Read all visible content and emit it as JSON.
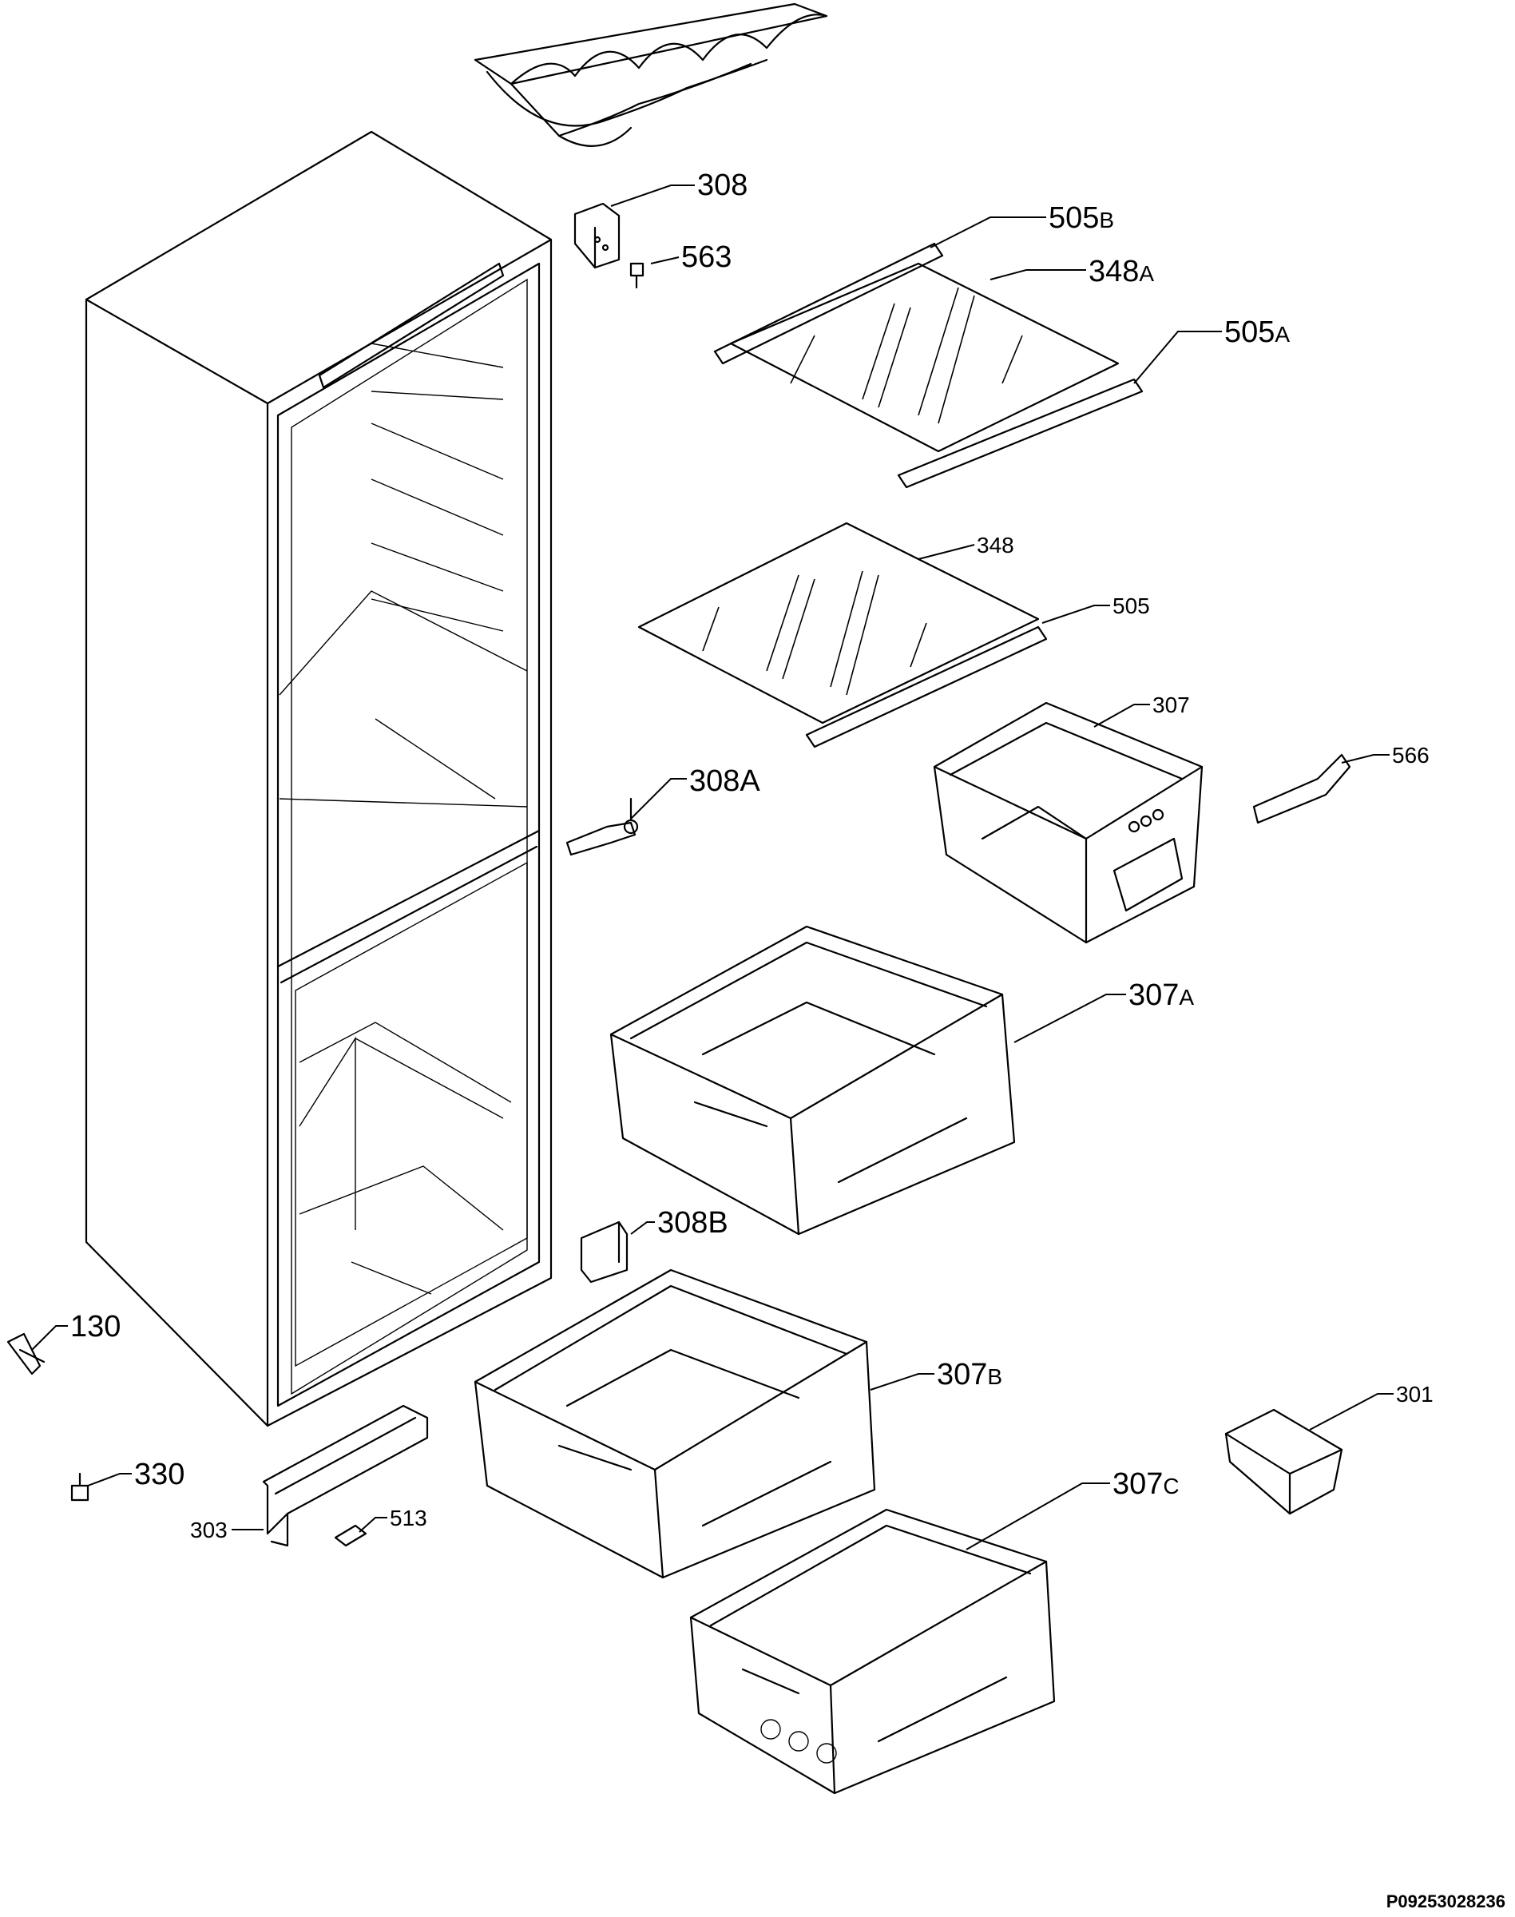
{
  "labels": {
    "p308": {
      "num": "308",
      "suffix": ""
    },
    "p505b": {
      "num": "505",
      "suffix": "B"
    },
    "p563": {
      "num": "563",
      "suffix": ""
    },
    "p348a": {
      "num": "348",
      "suffix": "A"
    },
    "p505a": {
      "num": "505",
      "suffix": "A"
    },
    "p348": {
      "num": "348",
      "suffix": ""
    },
    "p505": {
      "num": "505",
      "suffix": ""
    },
    "p307": {
      "num": "307",
      "suffix": ""
    },
    "p566": {
      "num": "566",
      "suffix": ""
    },
    "p308a": {
      "num": "308A",
      "suffix": ""
    },
    "p307a": {
      "num": "307",
      "suffix": "A"
    },
    "p308b": {
      "num": "308B",
      "suffix": ""
    },
    "p130": {
      "num": "130",
      "suffix": ""
    },
    "p307b": {
      "num": "307",
      "suffix": "B"
    },
    "p301": {
      "num": "301",
      "suffix": ""
    },
    "p330": {
      "num": "330",
      "suffix": ""
    },
    "p307c": {
      "num": "307",
      "suffix": "C"
    },
    "p303": {
      "num": "303",
      "suffix": ""
    },
    "p513": {
      "num": "513",
      "suffix": ""
    }
  },
  "doc_number": "P09253028236"
}
